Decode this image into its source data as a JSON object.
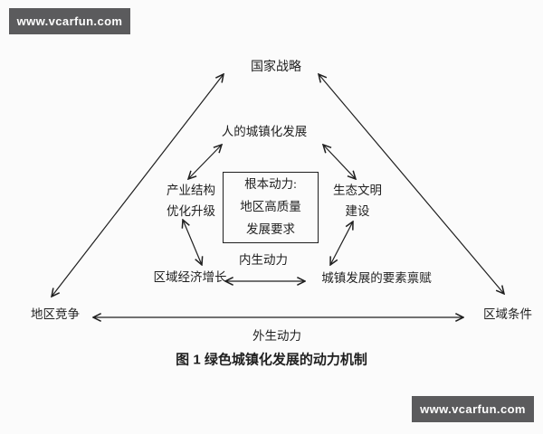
{
  "banners": {
    "top_left": "www.vcarfun.com",
    "bottom_right": "www.vcarfun.com"
  },
  "colors": {
    "banner_bg": "#5b5b5d",
    "banner_text": "#ffffff",
    "line": "#1f1f1f",
    "text": "#1f1f1f",
    "background": "#fbfbfb"
  },
  "diagram": {
    "caption": "图 1 绿色城镇化发展的动力机制",
    "nodes": {
      "national_strategy": "国家战略",
      "people_urbanization": "人的城镇化发展",
      "industrial_structure_line1": "产业结构",
      "industrial_structure_line2": "优化升级",
      "core_box_line1": "根本动力:",
      "core_box_line2": "地区高质量",
      "core_box_line3": "发展要求",
      "eco_civilization_line1": "生态文明",
      "eco_civilization_line2": "建设",
      "regional_economic_growth": "区域经济增长",
      "endogenous_force": "内生动力",
      "factor_endowment": "城镇发展的要素禀赋",
      "regional_competition": "地区竞争",
      "regional_conditions": "区域条件",
      "exogenous_force": "外生动力"
    },
    "arrows": [
      {
        "name": "arrow-strategy-competition",
        "from": "regional_competition",
        "to": "national_strategy",
        "bidirectional": true
      },
      {
        "name": "arrow-strategy-conditions",
        "from": "national_strategy",
        "to": "regional_conditions",
        "bidirectional": true
      },
      {
        "name": "arrow-competition-conditions",
        "from": "regional_competition",
        "to": "regional_conditions",
        "bidirectional": true
      },
      {
        "name": "arrow-people-industrial",
        "from": "people_urbanization",
        "to": "industrial_structure",
        "bidirectional": true
      },
      {
        "name": "arrow-people-eco",
        "from": "people_urbanization",
        "to": "eco_civilization",
        "bidirectional": true
      },
      {
        "name": "arrow-industrial-growth",
        "from": "industrial_structure",
        "to": "regional_economic_growth",
        "bidirectional": true
      },
      {
        "name": "arrow-eco-endowment",
        "from": "eco_civilization",
        "to": "factor_endowment",
        "bidirectional": true
      },
      {
        "name": "arrow-growth-endowment",
        "from": "regional_economic_growth",
        "to": "factor_endowment",
        "bidirectional": true
      }
    ]
  }
}
